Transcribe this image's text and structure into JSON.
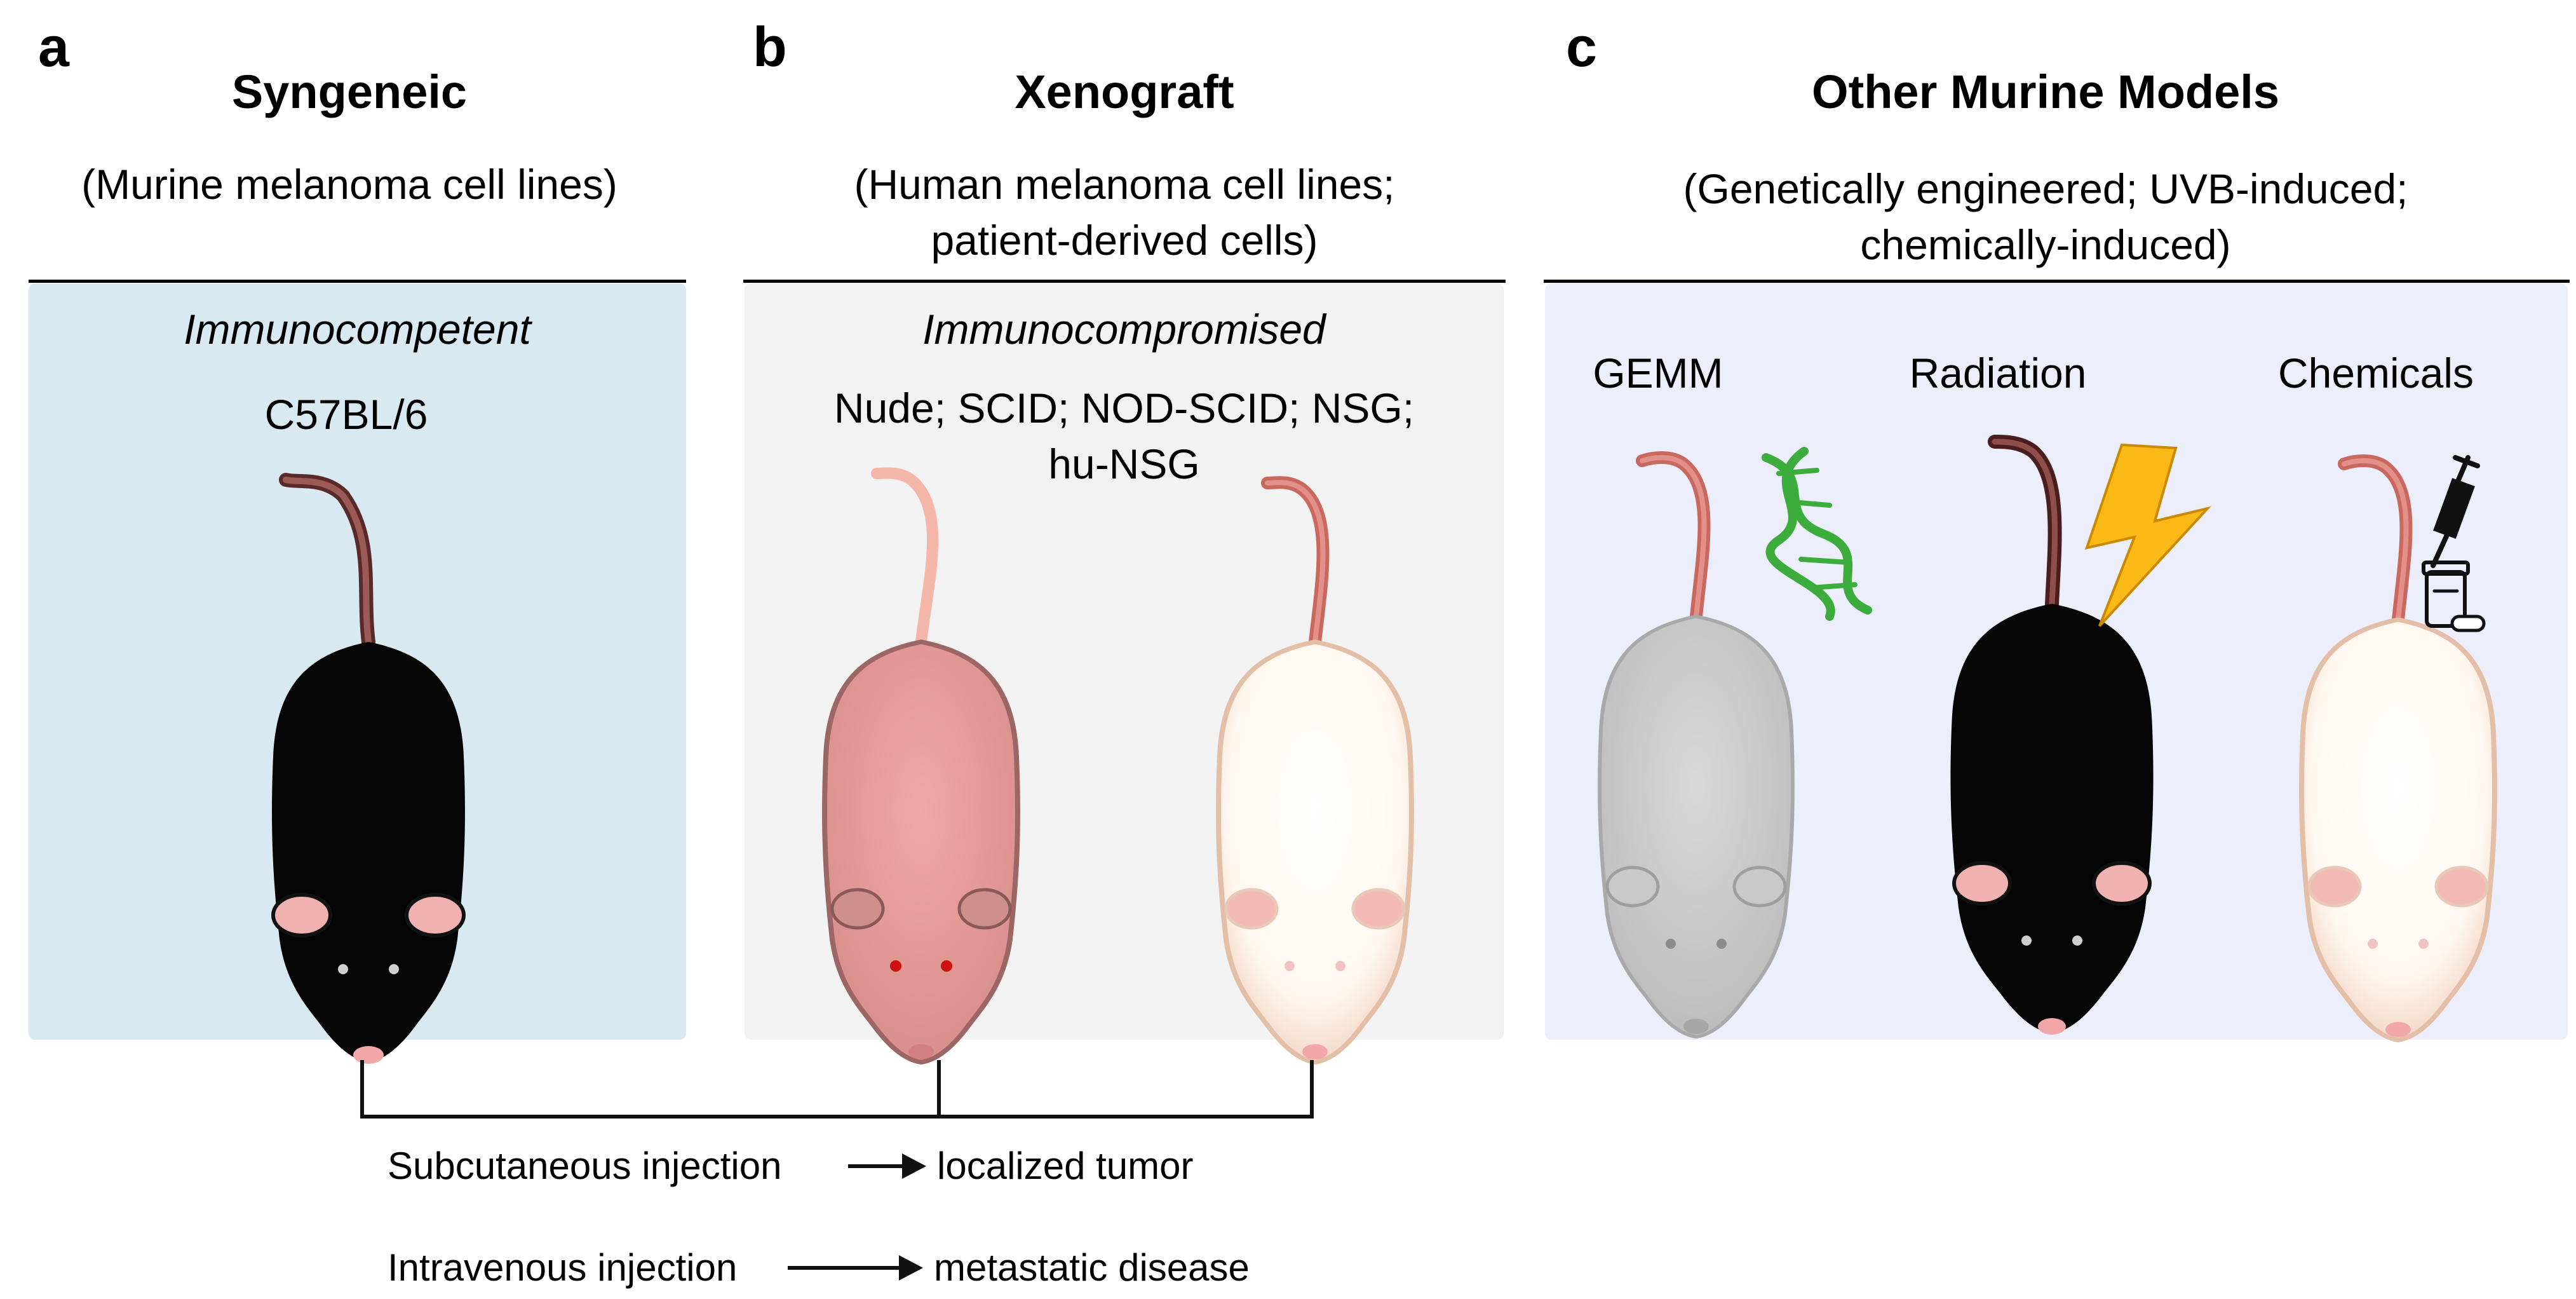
{
  "panels": {
    "a": {
      "letter": "a",
      "title": "Syngeneic",
      "subtitle": "(Murine melanoma cell lines)",
      "status": "Immunocompetent",
      "strain": "C57BL/6",
      "bg": "#d9e9f2",
      "mouse_color": "black"
    },
    "b": {
      "letter": "b",
      "title": "Xenograft",
      "subtitle_line1": "(Human melanoma cell lines;",
      "subtitle_line2": "patient-derived cells)",
      "status": "Immunocompromised",
      "strains_line1": "Nude; SCID; NOD-SCID; NSG;",
      "strains_line2": "hu-NSG",
      "bg": "#f2f2f2",
      "mouse_colors": [
        "nude-pink",
        "white"
      ]
    },
    "c": {
      "letter": "c",
      "title": "Other Murine Models",
      "subtitle_line1": "(Genetically engineered; UVB-induced;",
      "subtitle_line2": "chemically-induced)",
      "bg": "#eceffb",
      "models": [
        {
          "label": "GEMM",
          "icon": "dna-icon",
          "mouse_color": "grey"
        },
        {
          "label": "Radiation",
          "icon": "lightning-icon",
          "mouse_color": "black"
        },
        {
          "label": "Chemicals",
          "icon": "syringe-pill-icon",
          "mouse_color": "white"
        }
      ]
    }
  },
  "injections": [
    {
      "route": "Subcutaneous injection",
      "outcome": "localized tumor"
    },
    {
      "route": "Intravenous injection",
      "outcome": "metastatic disease"
    }
  ]
}
